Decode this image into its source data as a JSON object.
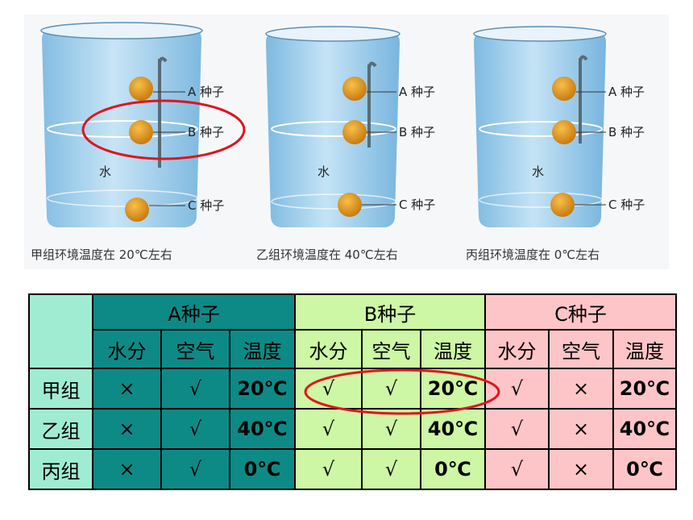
{
  "illustration": {
    "beakers": [
      {
        "caption": "甲组环境温度在 20℃左右",
        "water_label": "水",
        "seed_labels": [
          "A 种子",
          "B 种子",
          "C 种子"
        ]
      },
      {
        "caption": "乙组环境温度在 40℃左右",
        "water_label": "水",
        "seed_labels": [
          "A 种子",
          "B 种子",
          "C 种子"
        ]
      },
      {
        "caption": "丙组环境温度在 0℃左右",
        "water_label": "水",
        "seed_labels": [
          "A 种子",
          "B 种子",
          "C 种子"
        ]
      }
    ],
    "colors": {
      "water": "#8fc9ec",
      "seed": "#e59a1c",
      "highlight": "#e0141e"
    }
  },
  "table": {
    "groups": [
      "A种子",
      "B种子",
      "C种子"
    ],
    "sub_headers": [
      "水分",
      "空气",
      "温度"
    ],
    "rows": [
      {
        "label": "甲组",
        "cells": [
          "×",
          "√",
          "20℃",
          "√",
          "√",
          "20℃",
          "√",
          "×",
          "20℃"
        ]
      },
      {
        "label": "乙组",
        "cells": [
          "×",
          "√",
          "40℃",
          "√",
          "√",
          "40℃",
          "√",
          "×",
          "40℃"
        ]
      },
      {
        "label": "丙组",
        "cells": [
          "×",
          "√",
          "0℃",
          "√",
          "√",
          "0℃",
          "√",
          "×",
          "0℃"
        ]
      }
    ],
    "colors": {
      "corner": "#a0ecd2",
      "group_a": "#0d8a86",
      "group_b": "#cdf6a5",
      "group_c": "#fec5c8"
    }
  }
}
